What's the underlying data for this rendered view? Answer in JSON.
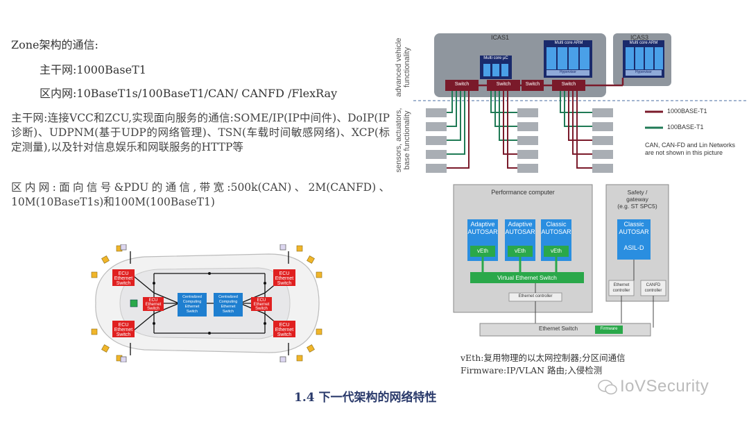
{
  "left": {
    "heading": "Zone架构的通信:",
    "backbone": "主干网:1000BaseT1",
    "zone_net": "区内网:10BaseT1s/100BaseT1/CAN/ CANFD /FlexRay",
    "para1": "主干网:连接VCC和ZCU,实现面向服务的通信:SOME/IP(IP中间件)、DoIP(IP诊断)、UDPNM(基于UDP的网络管理)、TSN(车载时间敏感网络)、XCP(标定测量),以及针对信息娱乐和网联服务的HTTP等",
    "para2": "区内网:面向信号&PDU的通信,带宽:500k(CAN)、2M(CANFD)、10M(10BaseT1s)和100M(100BaseT1)"
  },
  "car": {
    "ecu_label": "ECU Ethernet Switch",
    "ecu_w1": "ECU",
    "ecu_w2": "Ethernet",
    "ecu_w3": "Switch",
    "central_w1": "Centralized",
    "central_w2": "Computing",
    "central_w3": "Ethernet",
    "central_w4": "Switch"
  },
  "top_diagram": {
    "side_label_top_1": "advanced vehicle",
    "side_label_top_2": "functionality",
    "side_label_bot_1": "sensors, actuators,",
    "side_label_bot_2": "base functionality",
    "icas1": "ICAS1",
    "icas3": "ICAS3",
    "multicore_arm": "Multi core ARM",
    "hypervisor": "Hypervisor",
    "multicore_uc": "Multi core µC",
    "switch": "Switch",
    "legend_1000": "1000BASE-T1",
    "legend_100": "100BASE-T1",
    "note_1": "CAN, CAN-FD and Lin Networks",
    "note_2": "are not shown in this picture",
    "colors": {
      "t1000": "#7a1a2a",
      "t100": "#1f7a55",
      "switch": "#7a1a2a"
    }
  },
  "bottom_diagram": {
    "perf_title": "Performance computer",
    "adaptive1_a": "Adaptive",
    "adaptive1_b": "AUTOSAR",
    "adaptive2_a": "Adaptive",
    "adaptive2_b": "AUTOSAR",
    "classic_a": "Classic",
    "classic_b": "AUTOSAR",
    "veth": "vEth",
    "virtual_switch": "Virtual Ethernet Switch",
    "eth_controller": "Ethernet controller",
    "safety_1": "Safety /",
    "safety_2": "gateway",
    "safety_3": "(e.g. ST SPC5)",
    "safety_classic_a": "Classic",
    "safety_classic_b": "AUTOSAR",
    "asil": "ASIL-D",
    "eth_ctrl_a": "Ethernet",
    "eth_ctrl_b": "controller",
    "canfd_ctrl_a": "CANFD",
    "canfd_ctrl_b": "controller",
    "eth_switch": "Ethernet Switch",
    "firmware": "Firmware"
  },
  "notes": {
    "veth": "vEth:复用物理的以太网控制器;分区间通信",
    "firmware": "Firmware:IP/VLAN 路由;入侵检测"
  },
  "caption": "1.4 下一代架构的网络特性",
  "watermark": "IoVSecurity"
}
